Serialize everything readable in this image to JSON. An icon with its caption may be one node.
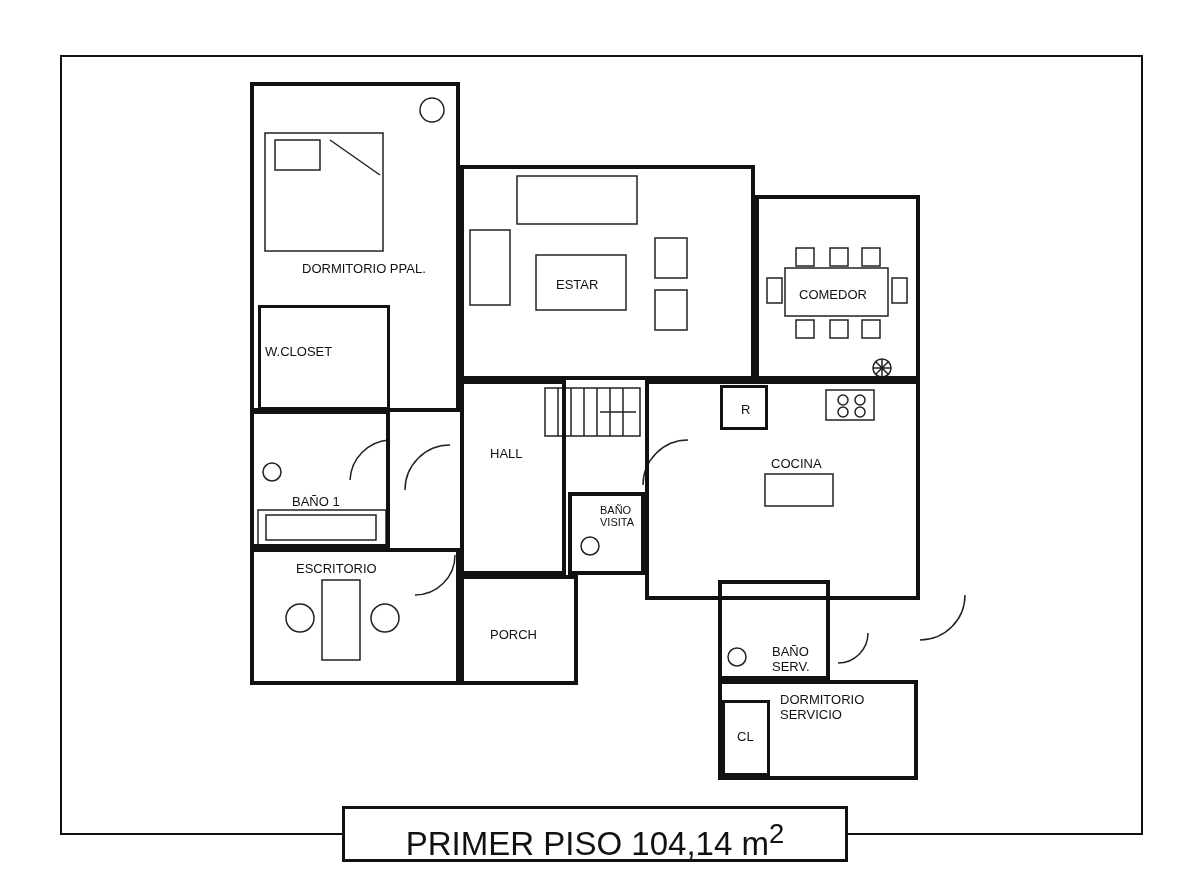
{
  "diagram": {
    "title": "PRIMER PISO 104,14 m$^{2}$",
    "nodes": [
      {
        "text": [
          "DORMITORIO PPAL."
        ]
      },
      {
        "text": [
          "W.CLOSET"
        ],
        "in": 0
      },
      {
        "text": [
          "ESTAR"
        ]
      },
      {
        "text": [
          "COMEDOR"
        ]
      },
      {
        "text": [
          "HALL"
        ]
      },
      {
        "text": [
          "COCINA"
        ]
      },
      {
        "text": [
          "R"
        ],
        "in": 5
      },
      {
        "text": [
          "BAÑO 1"
        ]
      },
      {
        "text": [
          "BAÑO VISITA"
        ]
      },
      {
        "text": [
          "ESCRITORIO"
        ]
      },
      {
        "text": [
          "PORCH"
        ]
      },
      {
        "text": [
          "BAÑO SERV."
        ]
      },
      {
        "text": [
          "DORMITORIO SERVICIO"
        ]
      },
      {
        "text": [
          "CL"
        ],
        "in": 12
      }
    ]
  }
}
